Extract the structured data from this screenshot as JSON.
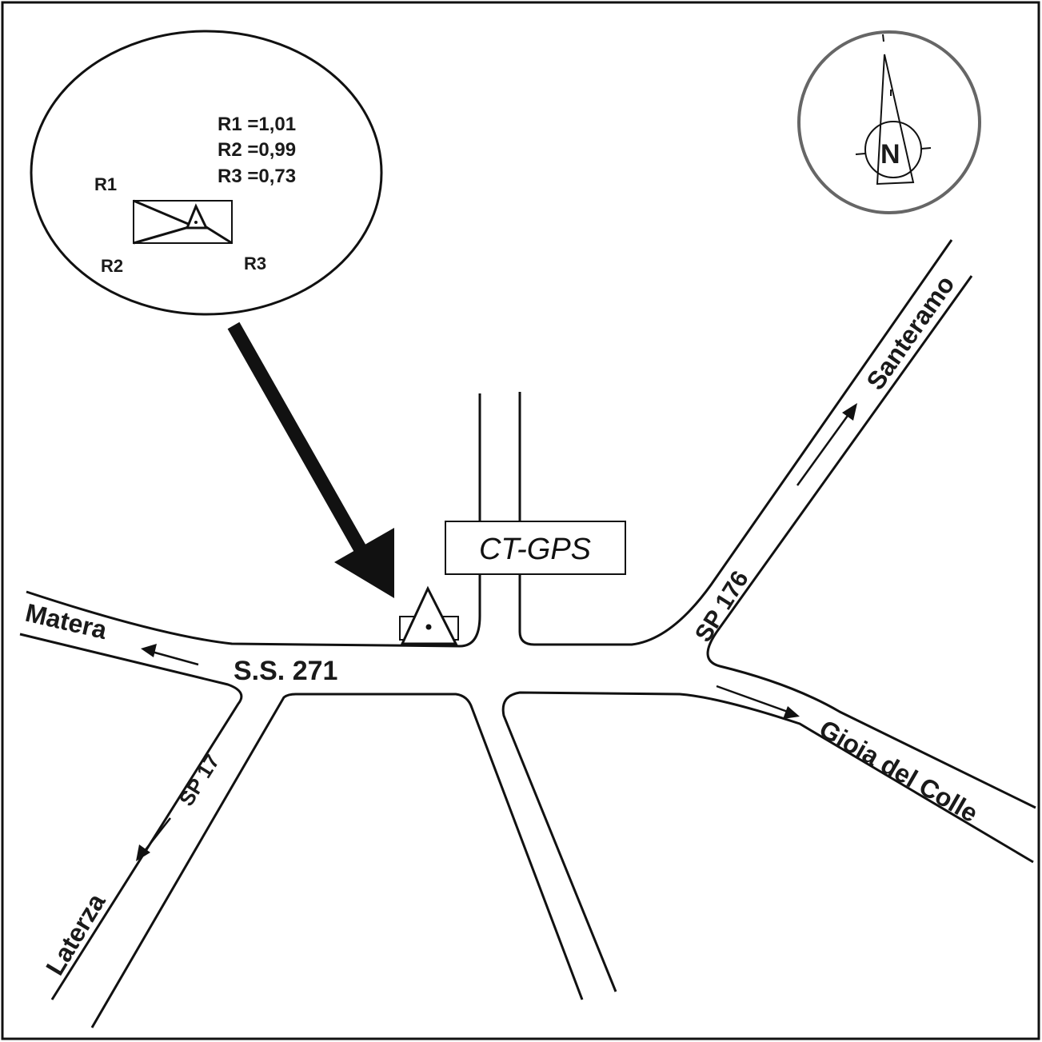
{
  "inset": {
    "readings": [
      "R1 =1,01",
      "R2 =0,99",
      "R3 =0,73"
    ],
    "ref_labels": {
      "r1": "R1",
      "r2": "R2",
      "r3": "R3"
    }
  },
  "compass": {
    "north_label": "N"
  },
  "station_label": "CT-GPS",
  "roads": {
    "ss271": "S.S. 271",
    "sp17": "SP 17",
    "sp176": "SP 176"
  },
  "destinations": {
    "matera": "Matera",
    "laterza": "Laterza",
    "santeramo": "Santeramo",
    "gioia": "Gioia del Colle"
  }
}
